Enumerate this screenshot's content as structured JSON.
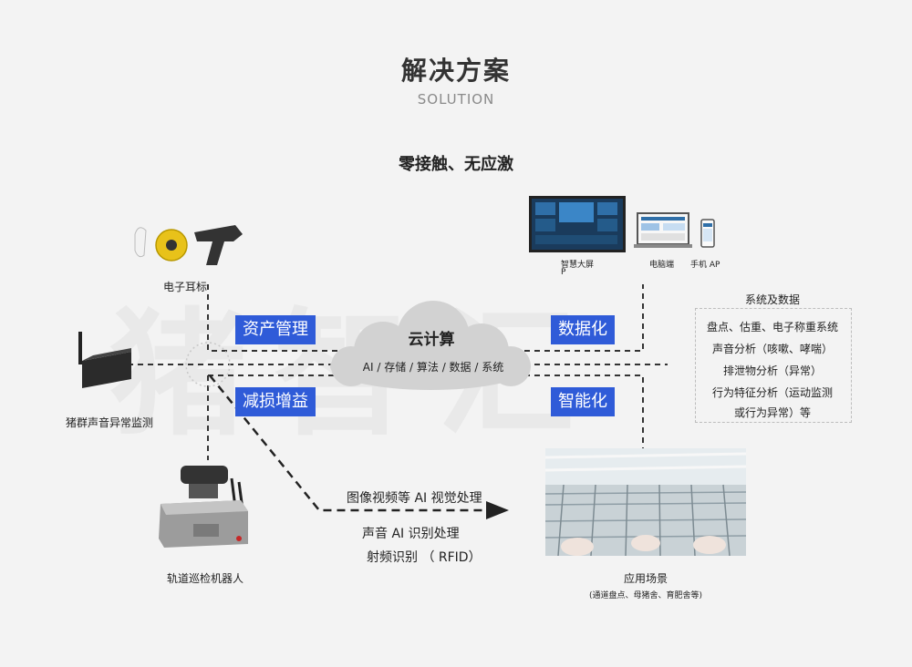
{
  "header": {
    "title": "解决方案",
    "subtitle": "SOLUTION",
    "headline": "零接触、无应激"
  },
  "tags": {
    "asset": "资产管理",
    "loss": "减损增益",
    "data": "数据化",
    "smart": "智能化"
  },
  "cloud": {
    "title": "云计算",
    "items": "AI / 存储 / 算法 / 数据 / 系统"
  },
  "devices": {
    "ear_tag": "电子耳标",
    "sound_monitor": "猪群声音异常监测",
    "robot": "轨道巡检机器人",
    "big_screen": "智慧大屏",
    "big_screen_suffix": "P",
    "pc": "电脑端",
    "phone": "手机 AP"
  },
  "processing": {
    "image": "图像视频等 AI 视觉处理",
    "sound": "声音 AI 识别处理",
    "rfid": "射频识别 （ RFID）"
  },
  "system": {
    "title": "系统及数据",
    "lines": [
      "盘点、估重、电子称重系统",
      "声音分析（咳嗽、哮喘）",
      "排泄物分析（异常）",
      "行为特征分析（运动监测",
      "或行为异常）等"
    ]
  },
  "scene": {
    "label": "应用场景",
    "note": "(通道盘点、母猪舍、育肥舍等)"
  },
  "watermark": "猪智汇",
  "colors": {
    "tag_blue": "#2f5bd8",
    "background": "#f3f3f3"
  }
}
